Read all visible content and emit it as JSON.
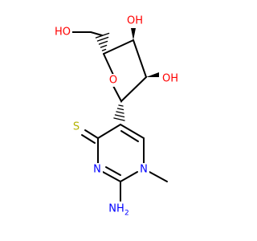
{
  "colors": {
    "bond": "#000000",
    "oxygen": "#ff0000",
    "nitrogen": "#0000ff",
    "sulfur": "#b2b200",
    "background": "#ffffff"
  },
  "atoms": {
    "hydroxymethyl_oh": "HO",
    "ring_oxygen": "O",
    "hydroxy_3": "OH",
    "hydroxy_2": "OH",
    "thione_s": "S",
    "n3": "N",
    "n1": "N",
    "amino_n": "NH",
    "amino_h_count": "2"
  }
}
